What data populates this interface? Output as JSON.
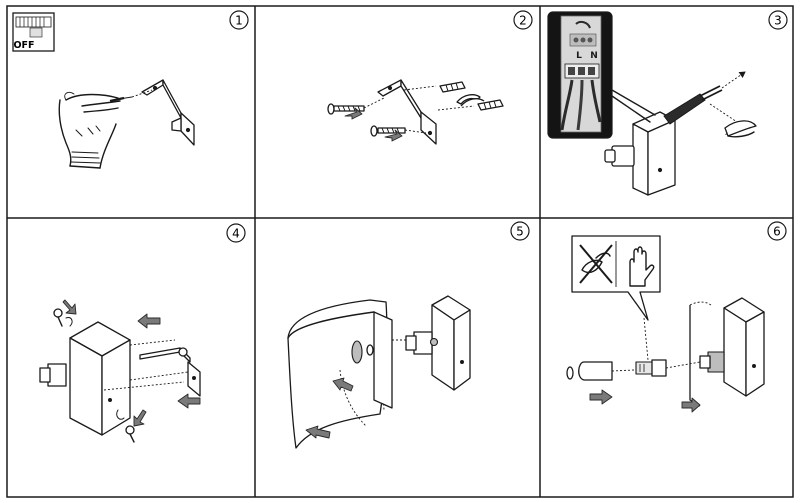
{
  "steps": [
    {
      "number": "1",
      "badge": "1"
    },
    {
      "number": "2",
      "badge": "2"
    },
    {
      "number": "3",
      "badge": "3"
    },
    {
      "number": "4",
      "badge": "4"
    },
    {
      "number": "5",
      "badge": "5"
    },
    {
      "number": "6",
      "badge": "6"
    }
  ],
  "breaker_label": "OFF",
  "terminal_labels": {
    "live": "L",
    "neutral": "N"
  },
  "colors": {
    "line": "#1a1a1a",
    "arrow_fill": "#7a7a7a",
    "screen_fill": "#bdbdbd",
    "wall_fill": "#e6e6e6",
    "photo_bg": "#141414"
  }
}
